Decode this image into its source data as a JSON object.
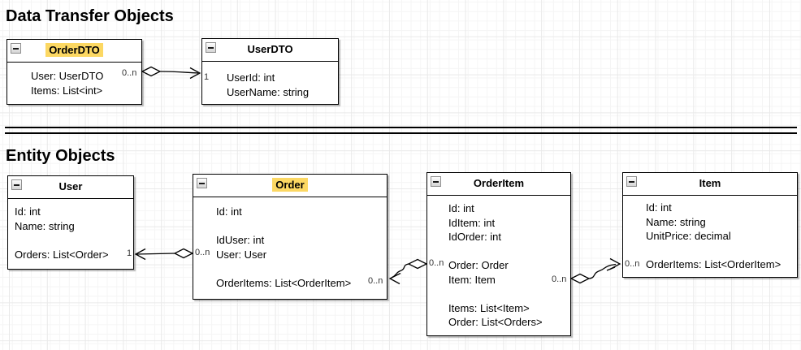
{
  "sections": {
    "dto": {
      "heading": "Data Transfer Objects"
    },
    "entity": {
      "heading": "Entity Objects"
    }
  },
  "classes": [
    {
      "title": "OrderDTO",
      "highlighted": true,
      "members": [
        "User: UserDTO",
        "Items: List<int>"
      ]
    },
    {
      "title": "UserDTO",
      "highlighted": false,
      "members": [
        "UserId: int",
        "UserName: string"
      ]
    },
    {
      "title": "User",
      "highlighted": false,
      "members": [
        "Id: int",
        "Name: string",
        "",
        "Orders: List<Order>"
      ]
    },
    {
      "title": "Order",
      "highlighted": true,
      "members": [
        "Id: int",
        "",
        "IdUser: int",
        "User: User",
        "",
        "OrderItems: List<OrderItem>"
      ]
    },
    {
      "title": "OrderItem",
      "highlighted": false,
      "members": [
        "Id: int",
        "IdItem: int",
        "IdOrder: int",
        "",
        "Order: Order",
        "Item: Item",
        "",
        "Items: List<Item>",
        "Order: List<Orders>"
      ]
    },
    {
      "title": "Item",
      "highlighted": false,
      "members": [
        "Id: int",
        "Name: string",
        "UnitPrice: decimal",
        "",
        "OrderItems: List<OrderItem>"
      ]
    }
  ],
  "connectors": [
    {
      "from": "OrderDTO",
      "to": "UserDTO",
      "type": "aggregation-open-arrow",
      "source_label": "0..n",
      "target_label": "1"
    },
    {
      "from": "Order",
      "to": "User",
      "type": "aggregation-open-arrow",
      "source_label": "0..n",
      "target_label": "1"
    },
    {
      "from": "OrderItem",
      "to": "Order",
      "type": "aggregation-open-arrow-sketch",
      "source_label": "0..n",
      "target_label": "0..n"
    },
    {
      "from": "OrderItem",
      "to": "Item",
      "type": "aggregation-open-arrow-sketch",
      "source_label": "0..n",
      "target_label": "0..n"
    }
  ],
  "icons": {
    "collapse": "minus"
  },
  "colors": {
    "highlight": "#fcd863",
    "box_background": "#ffffff",
    "box_border": "#000000",
    "divider": "#000000",
    "grid_major": "#e9e9e9",
    "grid_minor": "#f5f5f5",
    "text": "#000000",
    "multiplicity_text": "#333333"
  }
}
